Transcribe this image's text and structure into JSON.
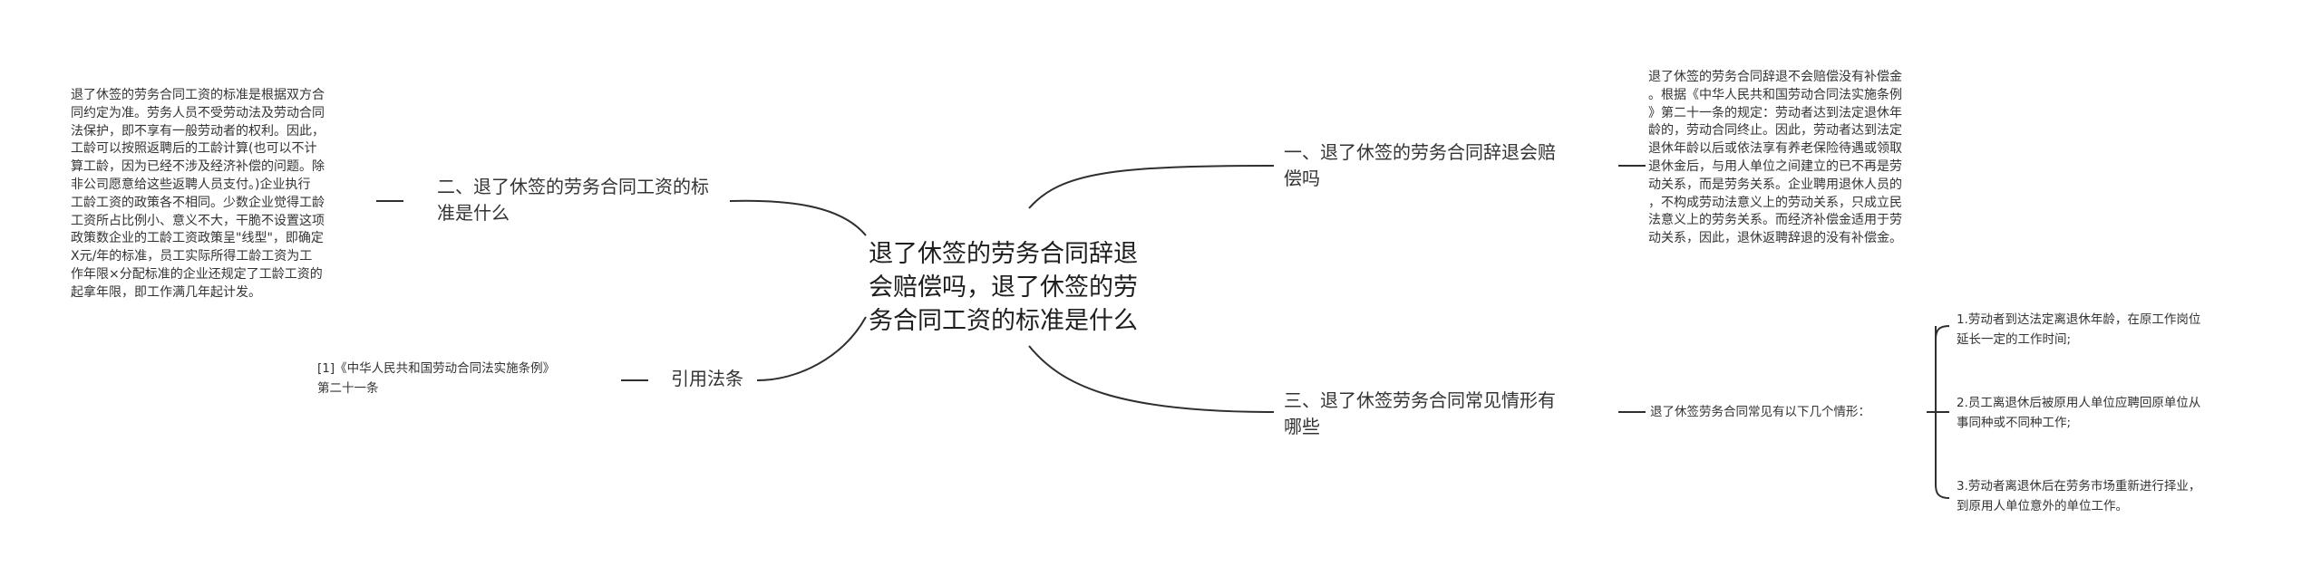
{
  "center": {
    "title": "退了休签的劳务合同辞退\n会赔偿吗，退了休签的劳\n务合同工资的标准是什么"
  },
  "branches": {
    "b1": {
      "label": "一、退了休签的劳务合同辞退会赔\n偿吗"
    },
    "b2": {
      "label": "二、退了休签的劳务合同工资的标\n准是什么"
    },
    "b3": {
      "label": "三、退了休签劳务合同常见情形有\n哪些"
    },
    "b4": {
      "label": "引用法条"
    }
  },
  "leaves": {
    "b1_text": "退了休签的劳务合同辞退不会赔偿没有补偿金\n。根据《中华人民共和国劳动合同法实施条例\n》第二十一条的规定：劳动者达到法定退休年\n龄的，劳动合同终止。因此，劳动者达到法定\n退休年龄以后或依法享有养老保险待遇或领取\n退休金后，与用人单位之间建立的已不再是劳\n动关系，而是劳务关系。企业聘用退休人员的\n，不构成劳动法意义上的劳动关系，只成立民\n法意义上的劳务关系。而经济补偿金适用于劳\n动关系，因此，退休返聘辞退的没有补偿金。",
    "b2_text": "退了休签的劳务合同工资的标准是根据双方合\n同约定为准。劳务人员不受劳动法及劳动合同\n法保护，即不享有一般劳动者的权利。因此，\n工龄可以按照返聘后的工龄计算(也可以不计\n算工龄，因为已经不涉及经济补偿的问题。除\n非公司愿意给这些返聘人员支付。)企业执行\n工龄工资的政策各不相同。少数企业觉得工龄\n工资所占比例小、意义不大，干脆不设置这项\n政策数企业的工龄工资政策呈\"线型\"，即确定\nX元/年的标准，员工实际所得工龄工资为工\n作年限×分配标准的企业还规定了工龄工资的\n起拿年限，即工作满几年起计发。",
    "b3_text": "退了休签劳务合同常见有以下几个情形：",
    "b3_items": [
      "1.劳动者到达法定离退休年龄，在原工作岗位\n延长一定的工作时间;",
      "2.员工离退休后被原用人单位应聘回原单位从\n事同种或不同种工作;",
      "3.劳动者离退休后在劳务市场重新进行择业，\n到原用人单位意外的单位工作。"
    ],
    "b4_text": "[1]《中华人民共和国劳动合同法实施条例》\n第二十一条"
  },
  "colors": {
    "line": "#2f2f2f",
    "text": "#333333"
  }
}
